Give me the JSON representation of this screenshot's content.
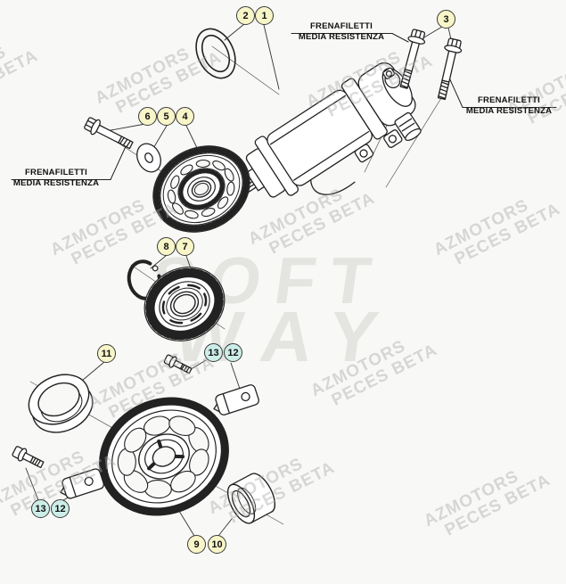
{
  "palette": {
    "background": "#f8f8f6",
    "outline": "#222222",
    "callout_main": "#f8f6c8",
    "callout_sub": "#cdeee8",
    "watermark": "#a8a8a8",
    "halftone": "#e4e4e1"
  },
  "watermark": {
    "line1": "AZMOTORS",
    "line2": "PECES BETA"
  },
  "center_watermark": {
    "line1": "SOFT",
    "line2": "WAY"
  },
  "labels": {
    "top": {
      "line1": "FRENAFILETTI",
      "line2": "MEDIA RESISTENZA"
    },
    "right": {
      "line1": "FRENAFILETTI",
      "line2": "MEDIA RESISTENZA"
    },
    "left": {
      "line1": "FRENAFILETTI",
      "line2": "MEDIA RESISTENZA"
    }
  },
  "callouts": [
    {
      "num": "1"
    },
    {
      "num": "2"
    },
    {
      "num": "3"
    },
    {
      "num": "4"
    },
    {
      "num": "5"
    },
    {
      "num": "6"
    },
    {
      "num": "7"
    },
    {
      "num": "8"
    },
    {
      "num": "9"
    },
    {
      "num": "10"
    },
    {
      "num": "11"
    },
    {
      "num": "12"
    },
    {
      "num": "13"
    },
    {
      "num": "12"
    },
    {
      "num": "13"
    }
  ]
}
